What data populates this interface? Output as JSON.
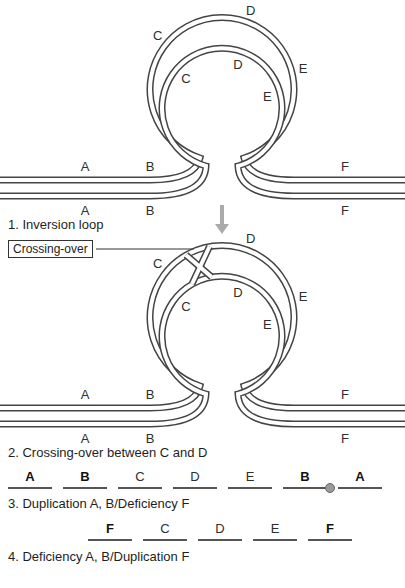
{
  "diagram": {
    "nodes": [
      {
        "text": [
          "Crossing-over"
        ]
      }
    ],
    "labels": [
      "D",
      "C",
      "C",
      "D",
      "E",
      "E",
      "A",
      "B",
      "F",
      "A",
      "B",
      "F",
      "1. Inversion loop",
      "D",
      "C",
      "C",
      "D",
      "E",
      "E",
      "A",
      "B",
      "F",
      "A",
      "B",
      "F",
      "2. Crossing-over between C and D",
      "A",
      "B",
      "C",
      "D",
      "E",
      "B",
      "A",
      "3. Duplication A, B/Deficiency F",
      "F",
      "C",
      "D",
      "E",
      "F",
      "4. Deficiency A, B/Duplication F"
    ]
  }
}
